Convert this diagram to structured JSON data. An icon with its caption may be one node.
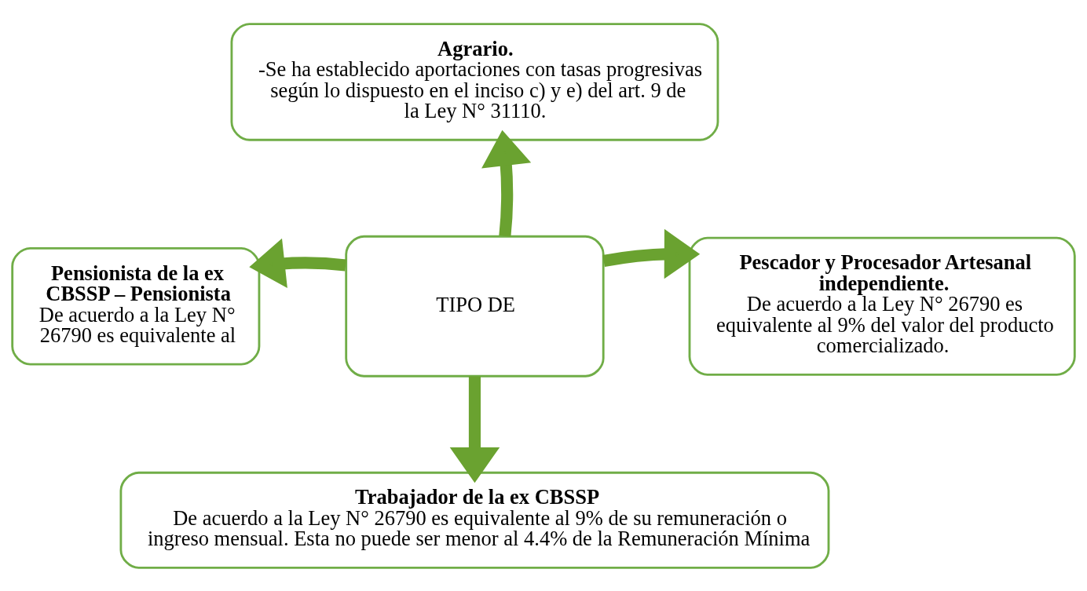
{
  "diagram": {
    "nodes": [
      {
        "text": [
          "TIPO DE"
        ]
      },
      {
        "text": [
          "Agrario.",
          "-Se ha establecido aportaciones con tasas progresivas según lo dispuesto en el inciso c) y e) del art. 9 de la Ley N° 31110."
        ]
      },
      {
        "text": [
          "Pensionista de la ex CBSSP – Pensionista",
          "De acuerdo a la Ley N° 26790 es equivalente al"
        ]
      },
      {
        "text": [
          "Pescador y Procesador Artesanal independiente.",
          "De acuerdo a la Ley N° 26790 es equivalente al 9% del valor del producto comercializado."
        ]
      },
      {
        "text": [
          "Trabajador de la ex CBSSP",
          "De acuerdo a la Ley N° 26790 es equivalente al 9% de su remuneración o ingreso mensual. Esta no puede ser menor al 4.4% de la Remuneración Mínima"
        ]
      }
    ],
    "edges": [
      {
        "from": 0,
        "to": 1,
        "arrow": "to"
      },
      {
        "from": 0,
        "to": 2,
        "arrow": "to"
      },
      {
        "from": 0,
        "to": 3,
        "arrow": "to"
      },
      {
        "from": 0,
        "to": 4,
        "arrow": "to"
      }
    ]
  }
}
